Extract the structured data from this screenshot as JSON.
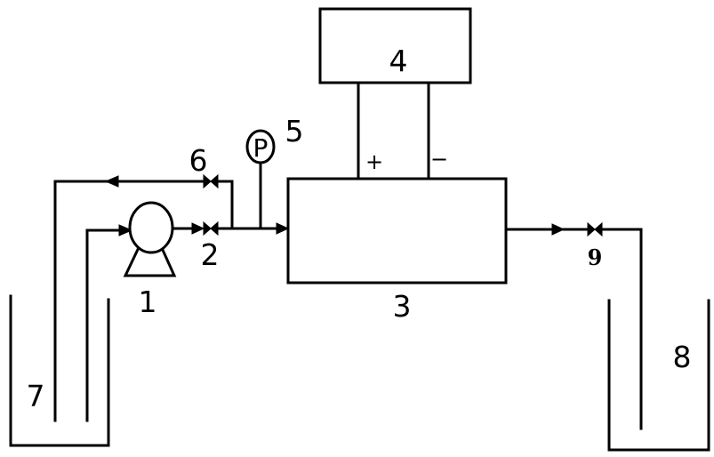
{
  "labels": {
    "pump": "1",
    "valve_inlet": "2",
    "cell": "3",
    "power_supply": "4",
    "pressure_gauge_num": "5",
    "valve_bypass": "6",
    "feed_tank": "7",
    "collection_tank": "8",
    "valve_outlet": "9"
  },
  "gauge_symbol": "P",
  "polarity": {
    "positive": "+",
    "negative": "−"
  },
  "colors": {
    "stroke": "#000000",
    "background": "#ffffff"
  }
}
